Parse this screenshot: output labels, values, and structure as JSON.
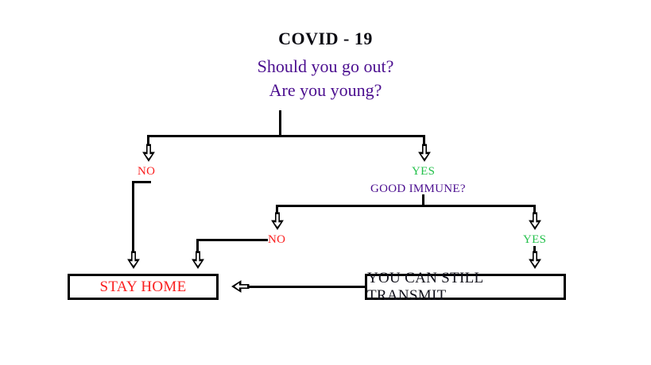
{
  "diagram": {
    "title": "COVID - 19",
    "question_line_1": "Should you go out?",
    "question_line_2": "Are you young?",
    "colors": {
      "title": "#0a0a12",
      "question": "#4b0e8f",
      "no": "#fa2020",
      "yes": "#22c04a",
      "box_border": "#000000",
      "connector": "#000000",
      "background": "#ffffff"
    },
    "labels": {
      "branch1_no": "NO",
      "branch1_yes": "YES",
      "sub_question": "GOOD IMMUNE?",
      "branch2_no": "NO",
      "branch2_yes": "YES"
    },
    "outcomes": {
      "stay_home": "STAY HOME",
      "can_transmit": "YOU CAN STILL TRANSMIT"
    },
    "icons": {
      "arrow_down": "arrow-down-icon",
      "arrow_left": "arrow-left-icon"
    }
  }
}
